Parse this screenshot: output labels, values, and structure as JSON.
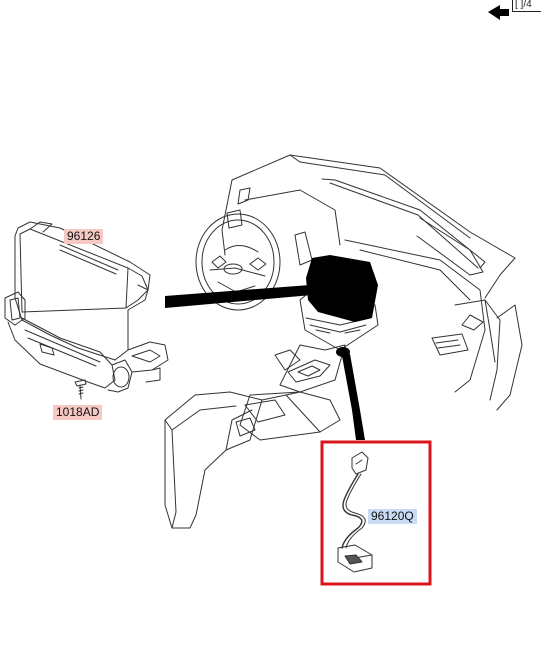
{
  "parts": {
    "head_unit": {
      "number": "96126",
      "color": "#f6c9c4"
    },
    "screw": {
      "number": "1018AD",
      "color": "#f6c9c4"
    },
    "usb_jack": {
      "number": "96120Q",
      "color": "#c9dcf3"
    }
  },
  "highlight_box": {
    "color": "#d9141b"
  },
  "corner_tag": {
    "text": "[ ]/4",
    "icon": "arrow-left-icon"
  }
}
